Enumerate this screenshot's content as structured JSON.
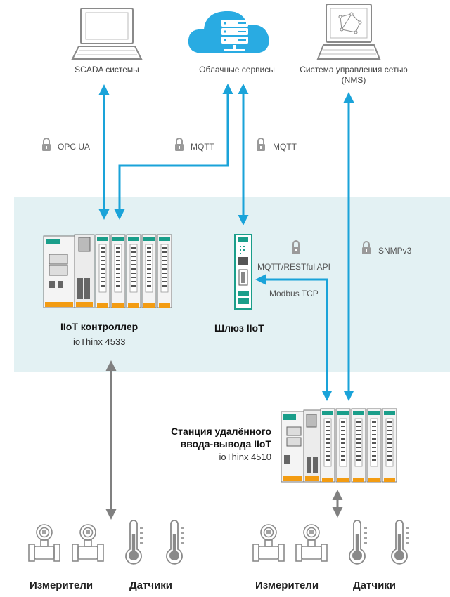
{
  "top_nodes": {
    "scada": "SCADA системы",
    "cloud": "Облачные сервисы",
    "nms_line1": "Система управления сетью",
    "nms_line2": "(NMS)"
  },
  "protocols": {
    "opcua": "OPC UA",
    "mqtt_left": "MQTT",
    "mqtt_right": "MQTT",
    "mqtt_restful": "MQTT/RESTful API",
    "modbus": "Modbus TCP",
    "snmp": "SNMPv3"
  },
  "devices": {
    "controller_title": "IIoT контроллер",
    "controller_model": "ioThinx 4533",
    "gateway_title": "Шлюз IIoT",
    "remote_title_line1": "Станция удалённого",
    "remote_title_line2": "ввода-вывода IIoT",
    "remote_model": "ioThinx 4510"
  },
  "bottom": {
    "left_meters": "Измерители",
    "left_sensors": "Датчики",
    "right_meters": "Измерители",
    "right_sensors": "Датчики"
  },
  "colors": {
    "network_arrow": "#1aa3d9",
    "field_arrow": "#808080",
    "zone_fill": "#e3f1f3",
    "device_accent": "#f39c12",
    "device_green": "#1a9e8a"
  }
}
